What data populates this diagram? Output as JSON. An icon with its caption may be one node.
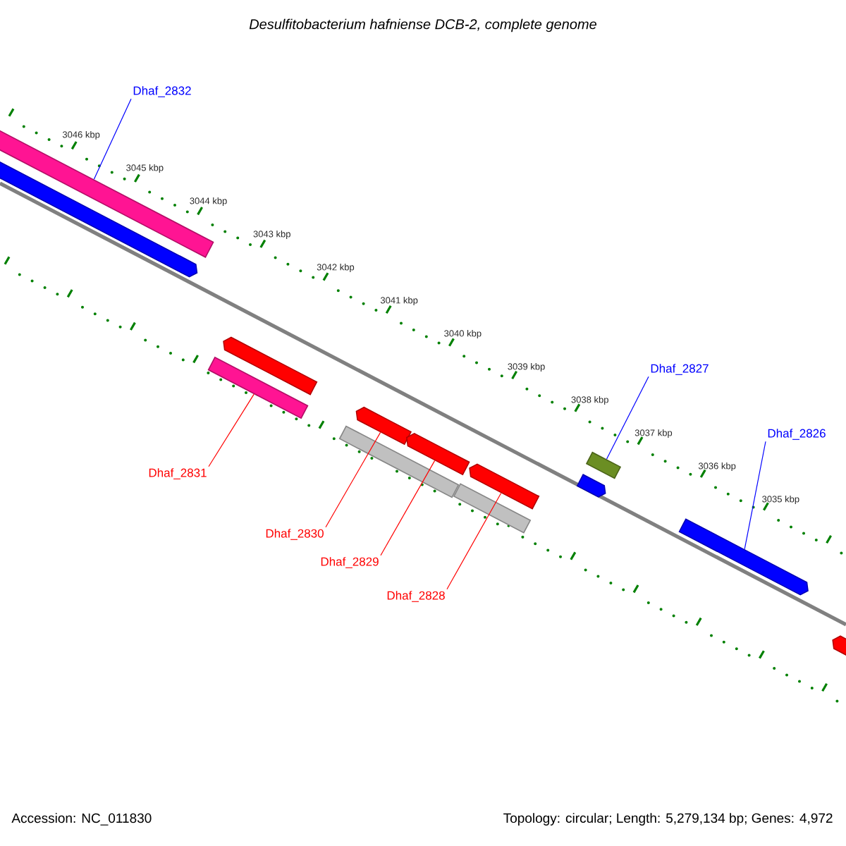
{
  "diagram": {
    "title": "Desulfitobacterium hafniense DCB-2, complete genome",
    "nodes": [
      {
        "text": [
          "Dhaf_2832"
        ]
      },
      {
        "text": [
          "Dhaf_2827"
        ]
      },
      {
        "text": [
          "Dhaf_2826"
        ]
      },
      {
        "text": [
          "Dhaf_2831"
        ]
      },
      {
        "text": [
          "Dhaf_2830"
        ]
      },
      {
        "text": [
          "Dhaf_2829"
        ]
      },
      {
        "text": [
          "Dhaf_2828"
        ]
      },
      {
        "text": [],
        "shape": "bar"
      },
      {
        "text": [],
        "shape": "arrow"
      },
      {
        "text": [],
        "shape": "arrow"
      },
      {
        "text": [],
        "shape": "bar"
      },
      {
        "text": [],
        "shape": "arrow"
      },
      {
        "text": [],
        "shape": "bar"
      },
      {
        "text": [],
        "shape": "arrow"
      },
      {
        "text": [],
        "shape": "bar"
      },
      {
        "text": [],
        "shape": "arrow"
      },
      {
        "text": [],
        "shape": "bar"
      },
      {
        "text": [],
        "shape": "arrow"
      },
      {
        "text": [],
        "shape": "arrow"
      },
      {
        "text": [],
        "shape": "arrow"
      }
    ],
    "edges": [
      {
        "from": 0,
        "to": 7,
        "arrow": "none",
        "color": "#0000ff"
      },
      {
        "from": 1,
        "to": 16,
        "arrow": "none",
        "color": "#0000ff"
      },
      {
        "from": 2,
        "to": 18,
        "arrow": "none",
        "color": "#0000ff"
      },
      {
        "from": 3,
        "to": 10,
        "arrow": "none"
      },
      {
        "from": 4,
        "to": 11,
        "arrow": "none"
      },
      {
        "from": 5,
        "to": 13,
        "arrow": "none"
      },
      {
        "from": 6,
        "to": 15,
        "arrow": "none"
      }
    ],
    "labels": [
      "3046 kbp",
      "3045 kbp",
      "3044 kbp",
      "3043 kbp",
      "3042 kbp",
      "3041 kbp",
      "3040 kbp",
      "3039 kbp",
      "3038 kbp",
      "3037 kbp",
      "3036 kbp",
      "3035 kbp",
      "Accession: NC_011830",
      "Topology: circular; Length: 5,279,134 bp; Genes: 4,972"
    ]
  }
}
